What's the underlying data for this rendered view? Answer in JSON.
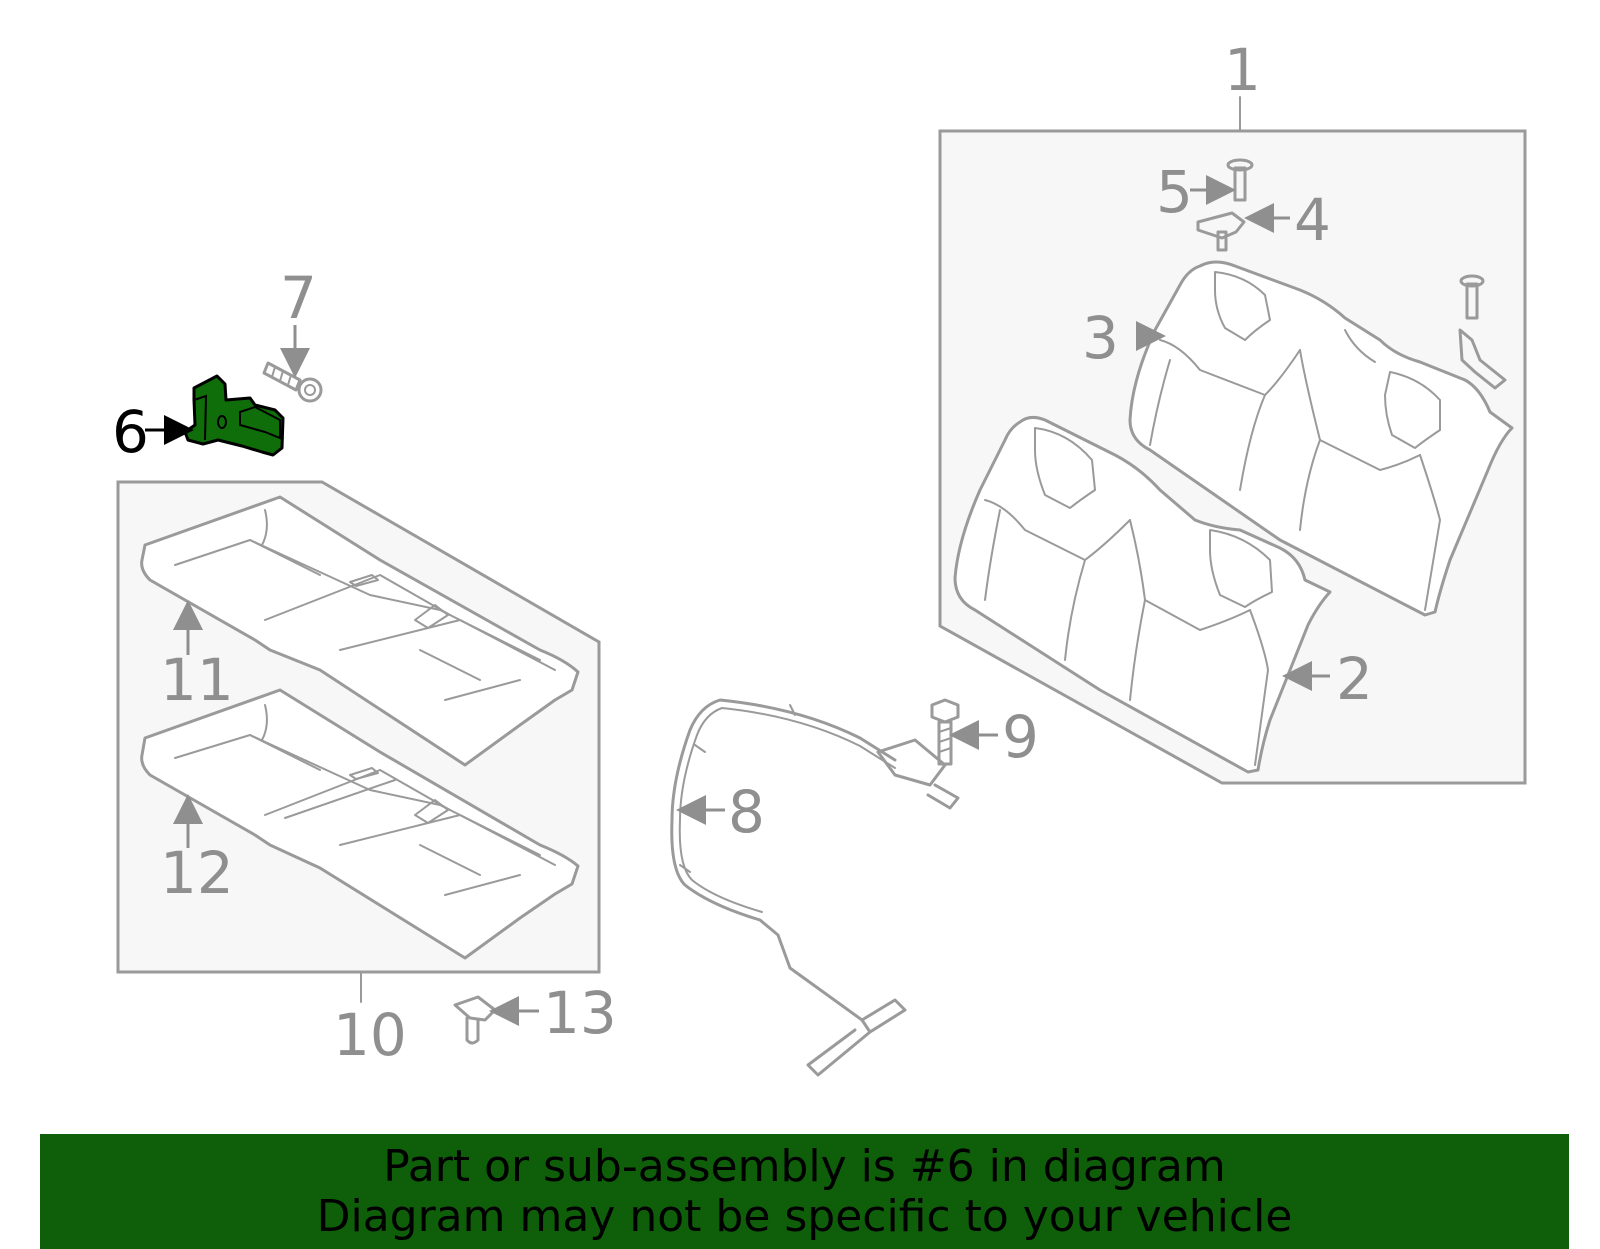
{
  "callouts": {
    "c1": "1",
    "c2": "2",
    "c3": "3",
    "c4": "4",
    "c5": "5",
    "c6": "6",
    "c7": "7",
    "c8": "8",
    "c9": "9",
    "c10": "10",
    "c11": "11",
    "c12": "12",
    "c13": "13"
  },
  "highlight": {
    "part_number": "6",
    "color": "#0f6e0a"
  },
  "banner": {
    "line1": "Part or sub-assembly is #6 in diagram",
    "line2": "Diagram may not be specific to your vehicle",
    "background": "#0f5f0a"
  }
}
